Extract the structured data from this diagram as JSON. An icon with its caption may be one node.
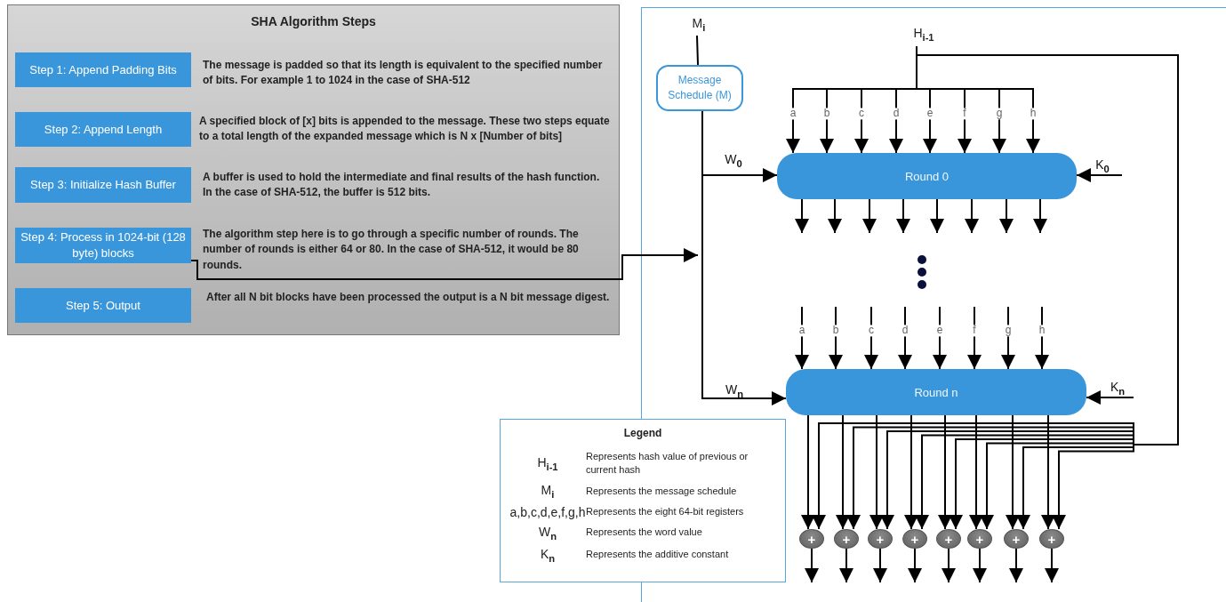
{
  "diagram": {
    "nodes": [
      {
        "text": [
          "SHA Algorithm Steps"
        ]
      },
      {
        "text": [
          "Step 1: Append Padding Bits"
        ],
        "in": 0,
        "beside": [
          "The message is padded so that its length is equivalent to the specified number of bits. For example 1 to 1024 in the case of SHA-512"
        ]
      },
      {
        "text": [
          "Step 2: Append Length"
        ],
        "in": 0,
        "beside": [
          "A specified block of [x] bits is appended to the message.  These two steps equate to a total length of the expanded message which is N x [Number of bits]"
        ]
      },
      {
        "text": [
          "Step 3: Initialize Hash Buffer"
        ],
        "in": 0,
        "beside": [
          "A buffer is used to hold the intermediate and final results of the hash function. In the case of SHA-512, the buffer is 512 bits."
        ]
      },
      {
        "text": [
          "Step 4: Process in 1024-bit (128 byte) blocks"
        ],
        "in": 0,
        "beside": [
          "The algorithm step here is to go through a specific number of rounds. The number of rounds is either 64 or 80. In the case of SHA-512, it would be 80 rounds."
        ]
      },
      {
        "text": [
          "Step 5: Output"
        ],
        "in": 0,
        "beside": [
          "After all N bit blocks have been processed the output is a N bit message digest."
        ]
      },
      {
        "text": [],
        "shape": "box"
      },
      {
        "text": [
          "M$_{i}$"
        ],
        "in": 6
      },
      {
        "text": [
          "Message Schedule (M)"
        ],
        "in": 6
      },
      {
        "text": [
          "H$_{i-1}$"
        ],
        "in": 6
      },
      {
        "text": [
          "Round 0"
        ],
        "in": 6
      },
      {
        "text": [
          "Round n"
        ],
        "in": 6
      },
      {
        "text": [
          "+"
        ],
        "in": 6
      },
      {
        "text": [
          "+"
        ],
        "in": 6
      },
      {
        "text": [
          "+"
        ],
        "in": 6
      },
      {
        "text": [
          "+"
        ],
        "in": 6
      },
      {
        "text": [
          "+"
        ],
        "in": 6
      },
      {
        "text": [
          "+"
        ],
        "in": 6
      },
      {
        "text": [
          "+"
        ],
        "in": 6
      },
      {
        "text": [
          "+"
        ],
        "in": 6
      },
      {
        "text": [
          "Legend",
          "H$_{i-1}$",
          "Represents hash value of previous or current hash",
          "M$_{i}$",
          "Represents the message schedule",
          "a,b,c,d,e,f,g,h",
          "Represents the eight 64-bit registers",
          "W$_{n}$",
          "Represents the word value",
          "K$_{n}$",
          "Represents the additive constant"
        ]
      }
    ],
    "edges": [
      {
        "from": 4,
        "to": null,
        "arrow": "to"
      },
      {
        "from": 7,
        "to": 8,
        "arrow": "none"
      },
      {
        "from": 8,
        "to": 10,
        "arrow": "to",
        "label": "W$_{0}$"
      },
      {
        "from": 8,
        "to": 11,
        "arrow": "to",
        "label": "W$_{n}$"
      },
      {
        "from": null,
        "to": 10,
        "arrow": "to",
        "label": "K$_{0}$"
      },
      {
        "from": null,
        "to": 11,
        "arrow": "to",
        "label": "K$_{n}$"
      },
      {
        "from": 9,
        "to": 10,
        "arrow": "to",
        "label": "a"
      },
      {
        "from": 9,
        "to": 10,
        "arrow": "to",
        "label": "b"
      },
      {
        "from": 9,
        "to": 10,
        "arrow": "to",
        "label": "c"
      },
      {
        "from": 9,
        "to": 10,
        "arrow": "to",
        "label": "d"
      },
      {
        "from": 9,
        "to": 10,
        "arrow": "to",
        "label": "e"
      },
      {
        "from": 9,
        "to": 10,
        "arrow": "to",
        "label": "f"
      },
      {
        "from": 9,
        "to": 10,
        "arrow": "to",
        "label": "g"
      },
      {
        "from": 9,
        "to": 10,
        "arrow": "to",
        "label": "h"
      },
      {
        "from": 10,
        "to": null,
        "arrow": "to"
      },
      {
        "from": 10,
        "to": null,
        "arrow": "to"
      },
      {
        "from": 10,
        "to": null,
        "arrow": "to"
      },
      {
        "from": 10,
        "to": null,
        "arrow": "to"
      },
      {
        "from": 10,
        "to": null,
        "arrow": "to"
      },
      {
        "from": 10,
        "to": null,
        "arrow": "to"
      },
      {
        "from": 10,
        "to": null,
        "arrow": "to"
      },
      {
        "from": 10,
        "to": null,
        "arrow": "to"
      },
      {
        "from": null,
        "to": 11,
        "arrow": "to",
        "label": "a"
      },
      {
        "from": null,
        "to": 11,
        "arrow": "to",
        "label": "b"
      },
      {
        "from": null,
        "to": 11,
        "arrow": "to",
        "label": "c"
      },
      {
        "from": null,
        "to": 11,
        "arrow": "to",
        "label": "d"
      },
      {
        "from": null,
        "to": 11,
        "arrow": "to",
        "label": "e"
      },
      {
        "from": null,
        "to": 11,
        "arrow": "to",
        "label": "f"
      },
      {
        "from": null,
        "to": 11,
        "arrow": "to",
        "label": "g"
      },
      {
        "from": null,
        "to": 11,
        "arrow": "to",
        "label": "h"
      },
      {
        "from": 11,
        "to": 12,
        "arrow": "to"
      },
      {
        "from": 11,
        "to": 13,
        "arrow": "to"
      },
      {
        "from": 11,
        "to": 14,
        "arrow": "to"
      },
      {
        "from": 11,
        "to": 15,
        "arrow": "to"
      },
      {
        "from": 11,
        "to": 16,
        "arrow": "to"
      },
      {
        "from": 11,
        "to": 17,
        "arrow": "to"
      },
      {
        "from": 11,
        "to": 18,
        "arrow": "to"
      },
      {
        "from": 11,
        "to": 19,
        "arrow": "to"
      },
      {
        "from": 9,
        "to": 12,
        "arrow": "to"
      },
      {
        "from": 9,
        "to": 13,
        "arrow": "to"
      },
      {
        "from": 9,
        "to": 14,
        "arrow": "to"
      },
      {
        "from": 9,
        "to": 15,
        "arrow": "to"
      },
      {
        "from": 9,
        "to": 16,
        "arrow": "to"
      },
      {
        "from": 9,
        "to": 17,
        "arrow": "to"
      },
      {
        "from": 9,
        "to": 18,
        "arrow": "to"
      },
      {
        "from": 9,
        "to": 19,
        "arrow": "to"
      },
      {
        "from": 12,
        "to": null,
        "arrow": "to"
      },
      {
        "from": 13,
        "to": null,
        "arrow": "to"
      },
      {
        "from": 14,
        "to": null,
        "arrow": "to"
      },
      {
        "from": 15,
        "to": null,
        "arrow": "to"
      },
      {
        "from": 16,
        "to": null,
        "arrow": "to"
      },
      {
        "from": 17,
        "to": null,
        "arrow": "to"
      },
      {
        "from": 18,
        "to": null,
        "arrow": "to"
      },
      {
        "from": 19,
        "to": null,
        "arrow": "to"
      }
    ]
  }
}
